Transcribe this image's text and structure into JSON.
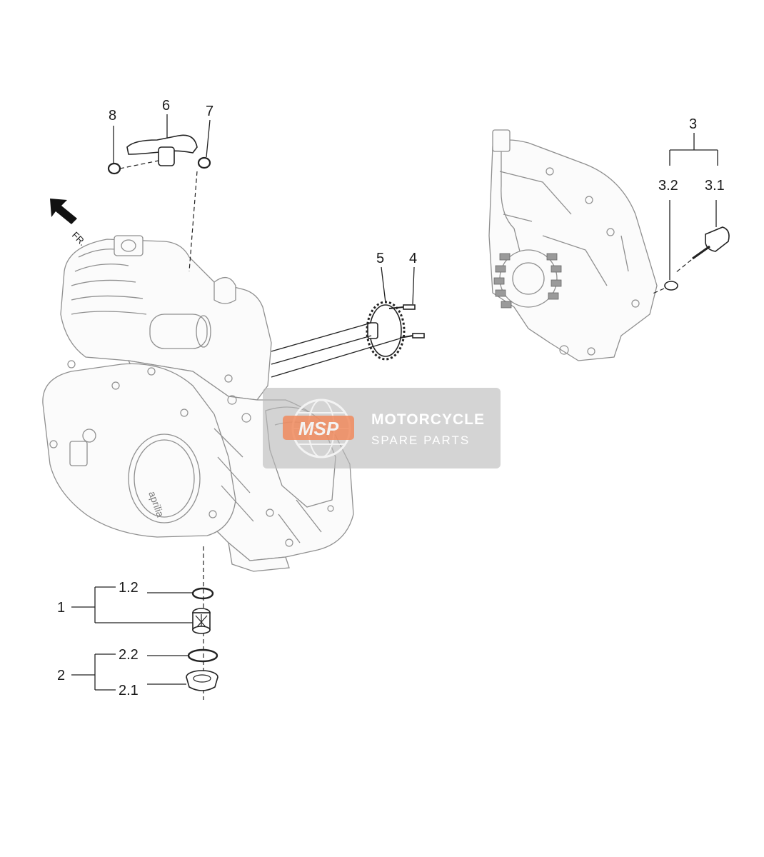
{
  "direction_label": "FR.",
  "callouts": {
    "c1": "1",
    "c1_2": "1.2",
    "c2": "2",
    "c2_2": "2.2",
    "c2_1": "2.1",
    "c3": "3",
    "c3_1": "3.1",
    "c3_2": "3.2",
    "c4": "4",
    "c5": "5",
    "c6": "6",
    "c7": "7",
    "c8": "8"
  },
  "watermark": {
    "logo": "MSP",
    "title": "MOTORCYCLE",
    "subtitle": "SPARE PARTS",
    "accent_color": "#f08a5d",
    "box_color": "#b9b9b9"
  },
  "cover_brand": "aprilia",
  "colors": {
    "line": "#222222",
    "engine_line": "#8f8f8f"
  }
}
